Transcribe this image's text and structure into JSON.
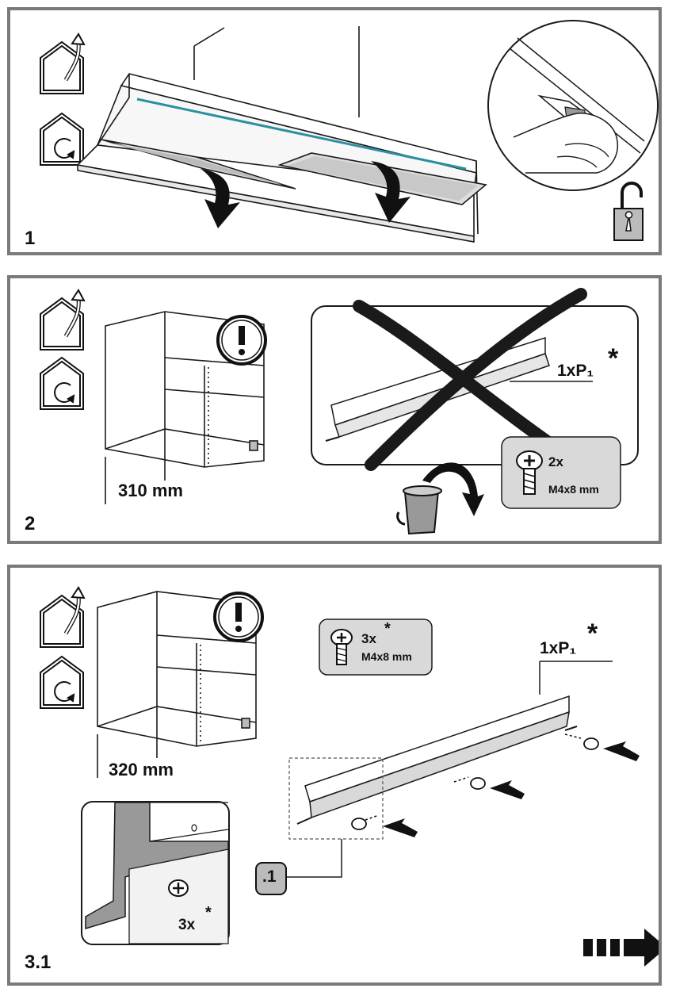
{
  "steps": [
    {
      "number": "1"
    },
    {
      "number": "2",
      "measurement": "310 mm",
      "part_label": "1xP₁",
      "asterisk": "*",
      "screw_count": "2x",
      "screw_size": "M4x8 mm"
    },
    {
      "number": "3.1",
      "measurement": "320 mm",
      "part_label": "1xP₁",
      "asterisk": "*",
      "screw_count": "3x",
      "screw_size": "M4x8 mm",
      "detail_ref": ".1",
      "detail_count": "3x"
    }
  ],
  "icons": [
    "house-arrow-icon",
    "house-recirculation-icon",
    "warning-icon",
    "padlock-open-icon",
    "trash-bin-icon",
    "screw-icon",
    "next-page-arrow-icon"
  ],
  "colors": {
    "frame": "#7a7a7a",
    "screw_box": "#d9d9d9",
    "line": "#1a1a1a",
    "filter_accent": "#2c8fa0"
  }
}
